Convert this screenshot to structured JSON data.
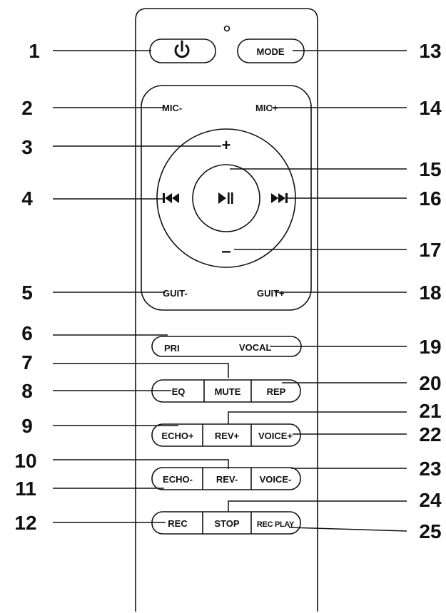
{
  "callouts": {
    "left": [
      "1",
      "2",
      "3",
      "4",
      "5",
      "6",
      "7",
      "8",
      "9",
      "10",
      "11",
      "12"
    ],
    "right": [
      "13",
      "14",
      "15",
      "16",
      "17",
      "18",
      "19",
      "20",
      "21",
      "22",
      "23",
      "24",
      "25"
    ]
  },
  "buttons": {
    "power_icon": "power-icon",
    "mode": "MODE",
    "mic_minus": "MIC-",
    "mic_plus": "MIC+",
    "vol_plus": "+",
    "vol_minus": "–",
    "prev_icon": "previous-track-icon",
    "next_icon": "next-track-icon",
    "play_pause_icon": "play-pause-icon",
    "guit_minus": "GUIT-",
    "guit_plus": "GUIT+",
    "pri": "PRI",
    "vocal": "VOCAL",
    "eq": "EQ",
    "mute": "MUTE",
    "rep": "REP",
    "echo_plus": "ECHO+",
    "rev_plus": "REV+",
    "voice_plus": "VOICE+",
    "echo_minus": "ECHO-",
    "rev_minus": "REV-",
    "voice_minus": "VOICE-",
    "rec": "REC",
    "stop": "STOP",
    "rec_play": "REC PLAY"
  }
}
